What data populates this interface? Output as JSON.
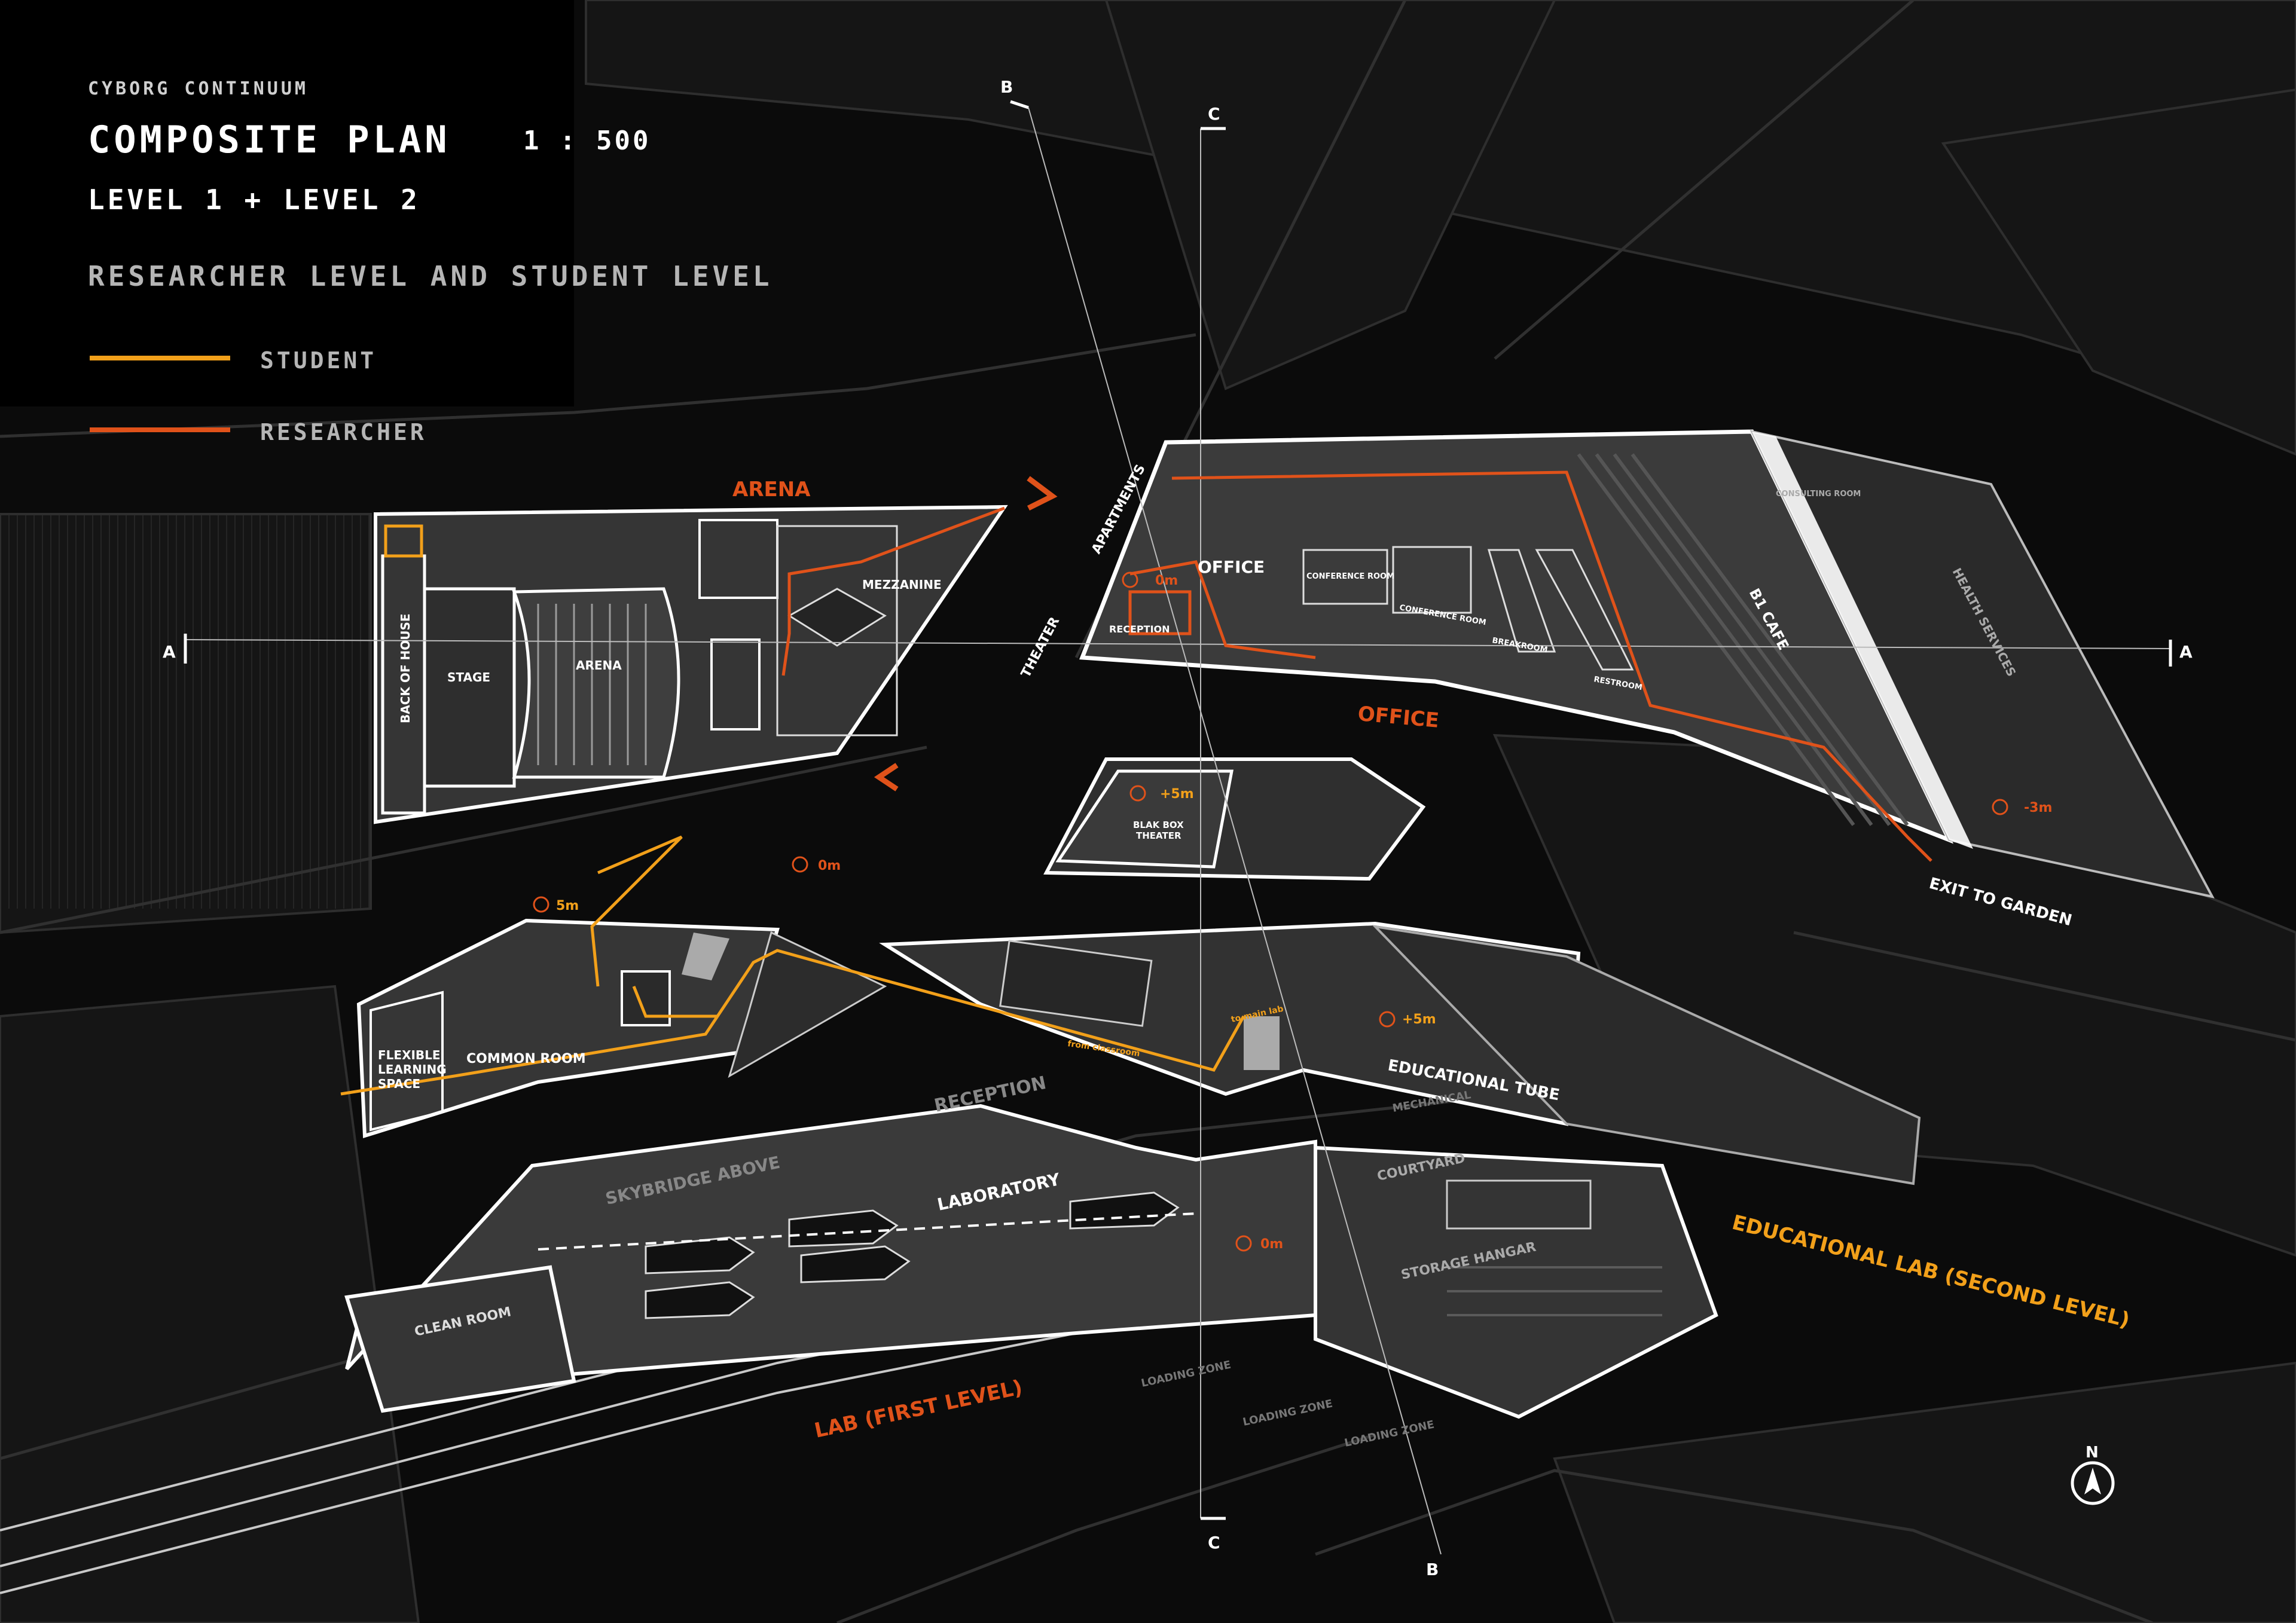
{
  "header": {
    "project": "CYBORG CONTINUUM",
    "title": "COMPOSITE PLAN",
    "scale": "1 : 500",
    "levels": "LEVEL 1 + LEVEL 2",
    "subtitle": "RESEARCHER LEVEL AND STUDENT LEVEL"
  },
  "legend": [
    {
      "label": "STUDENT",
      "color": "#f2a01a"
    },
    {
      "label": "RESEARCHER",
      "color": "#e0521a"
    }
  ],
  "colors": {
    "background": "#0b0b0b",
    "student": "#f2a01a",
    "researcher": "#e0521a",
    "wall": "#ffffff",
    "floor": "#3a3a3a"
  },
  "section_marks": {
    "a": "A",
    "b": "B",
    "c": "C"
  },
  "north": "N",
  "zones": {
    "arena_top": "ARENA",
    "office_orange": "OFFICE",
    "educational_lab": "EDUCATIONAL LAB (SECOND LEVEL)",
    "lab_first": "LAB (FIRST LEVEL)"
  },
  "rooms": {
    "back_of_house": "BACK OF HOUSE",
    "stage": "STAGE",
    "arena": "ARENA",
    "mezzanine": "MEZZANINE",
    "theater": "THEATER",
    "apartments": "APARTMENTS",
    "office": "OFFICE",
    "reception_top": "RECEPTION",
    "conference_room_1": "CONFERENCE ROOM",
    "conference_room_2": "CONFERENCE ROOM",
    "breakroom": "BREAKROOM",
    "restroom": "RESTROOM",
    "b1_cafe": "B1 CAFE",
    "consulting_room": "CONSULTING ROOM",
    "health_services": "HEALTH SERVICES",
    "exit_to_garden": "EXIT TO GARDEN",
    "black_box": "BLAK BOX\nTHEATER",
    "flexible": "FLEXIBLE\nLEARNING\nSPACE",
    "common_room": "COMMON ROOM",
    "reception": "RECEPTION",
    "educational_tube": "EDUCATIONAL TUBE",
    "mechanical": "MECHANICAL",
    "courtyard": "COURTYARD",
    "storage_hangar": "STORAGE HANGAR",
    "skybridge": "SKYBRIDGE ABOVE",
    "laboratory": "LABORATORY",
    "clean_room": "CLEAN ROOM",
    "loading_1": "LOADING ZONE",
    "loading_2": "LOADING ZONE",
    "loading_3": "LOADING ZONE",
    "to_main_lab": "to main lab",
    "from_classroom": "from classroom"
  },
  "elevations": {
    "office": "0m",
    "b1": "-3m",
    "black_box": "+5m",
    "plaza": "0m",
    "common": "5m",
    "tube": "+5m",
    "lab": "0m"
  }
}
